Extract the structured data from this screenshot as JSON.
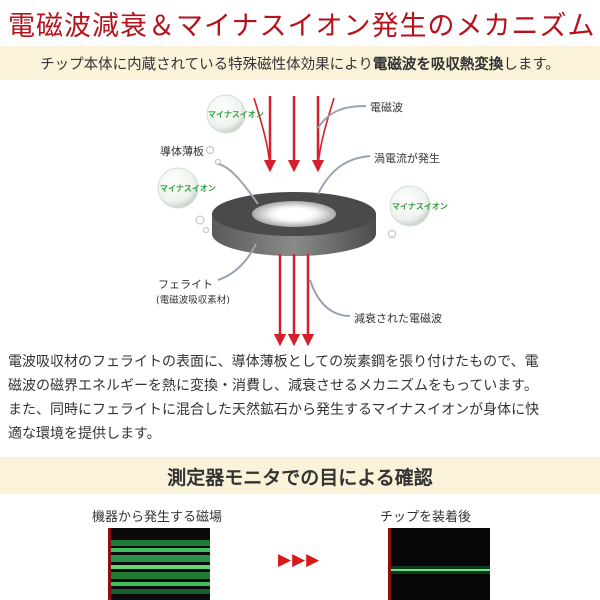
{
  "title": "電磁波減衰＆マイナスイオン発生のメカニズム",
  "subtitle": {
    "before": "チップ本体に内蔵されている特殊磁性体効果により",
    "bold": "電磁波を吸収熱変換",
    "after": "します。"
  },
  "diagram": {
    "labels": {
      "electromagnetic_wave": "電磁波",
      "conductor_film": "導体薄板",
      "eddy_current": "渦電流が発生",
      "ferrite": "フェライト",
      "ferrite_note": "(電磁波吸収素材)",
      "attenuated_wave": "減衰された電磁波"
    },
    "bubble_text": "マイナスイオン",
    "colors": {
      "arrow": "#d3202a",
      "disk_top": "#4a4a4a",
      "disk_side": "#6b6b6b",
      "bubble": "#2a9a3a"
    }
  },
  "description": [
    "電波吸収材のフェライトの表面に、導体薄板としての炭素鋼を張り付けたもので、電",
    "磁波の磁界エネルギーを熱に変換・消費し、減衰させるメカニズムをもっています。",
    "また、同時にフェライトに混合した天然鉱石から発生するマイナスイオンが身体に快",
    "適な環境を提供します。"
  ],
  "section_title": "測定器モニタでの目による確認",
  "comparison": {
    "before_caption": "機器から発生する磁場",
    "after_caption": "チップを装着後",
    "arrow_glyph": "▶▶▶"
  }
}
